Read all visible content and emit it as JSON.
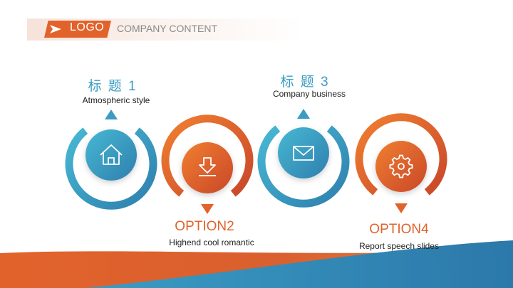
{
  "header": {
    "logo": "LOGO",
    "company": "COMPANY CONTENT"
  },
  "items": [
    {
      "title": "标 题 1",
      "subtitle": "Atmospheric style",
      "icon": "home-icon",
      "color": "blue"
    },
    {
      "title": "OPTION2",
      "subtitle": "Highend cool romantic",
      "icon": "download-icon",
      "color": "orange"
    },
    {
      "title": "标 题 3",
      "subtitle": "Company business",
      "icon": "mail-icon",
      "color": "blue"
    },
    {
      "title": "OPTION4",
      "subtitle": "Report speech slides",
      "icon": "gear-icon",
      "color": "orange"
    }
  ],
  "colors": {
    "blue_light": "#41b2cf",
    "blue_dark": "#2f7fae",
    "orange_light": "#ef7a2e",
    "orange_dark": "#c9472a"
  }
}
